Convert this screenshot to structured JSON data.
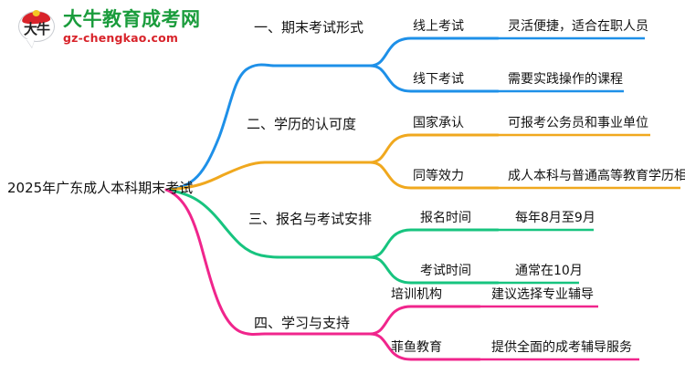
{
  "logo": {
    "mark_text": "大牛",
    "title": "大牛教育成考网",
    "subtitle": "gz-chengkao.com",
    "brand_green": "#1a9c3c",
    "brand_red": "#d8232a"
  },
  "mindmap": {
    "root": "2025年广东成人本科期末考试",
    "colors": {
      "blue": "#1E90E8",
      "orange": "#F0A81E",
      "green": "#17C47F",
      "pink": "#F0258C"
    },
    "branches": [
      {
        "title": "一、期末考试形式",
        "color": "#1E90E8",
        "children": [
          {
            "label": "线上考试",
            "detail": "灵活便捷，适合在职人员"
          },
          {
            "label": "线下考试",
            "detail": "需要实践操作的课程"
          }
        ]
      },
      {
        "title": "二、学历的认可度",
        "color": "#F0A81E",
        "children": [
          {
            "label": "国家承认",
            "detail": "可报考公务员和事业单位"
          },
          {
            "label": "同等效力",
            "detail": "成人本科与普通高等教育学历相同"
          }
        ]
      },
      {
        "title": "三、报名与考试安排",
        "color": "#17C47F",
        "children": [
          {
            "label": "报名时间",
            "detail": "每年8月至9月"
          },
          {
            "label": "考试时间",
            "detail": "通常在10月"
          }
        ]
      },
      {
        "title": "四、学习与支持",
        "color": "#F0258C",
        "children": [
          {
            "label": "培训机构",
            "detail": "建议选择专业辅导"
          },
          {
            "label": "菲鱼教育",
            "detail": "提供全面的成考辅导服务"
          }
        ]
      }
    ]
  }
}
